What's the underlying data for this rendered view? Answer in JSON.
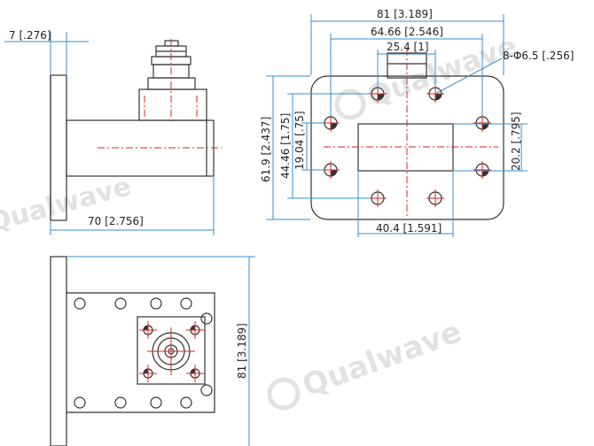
{
  "colors": {
    "outline": "#333333",
    "dimension_line": "#3a8ccf",
    "center_line": "#d9261c",
    "watermark": "#e2e2e2"
  },
  "watermark": {
    "brand": "Qualwave"
  },
  "side_view": {
    "flange_thickness": "7 [.276]",
    "length": "70 [2.756]"
  },
  "front_view": {
    "overall_width": "81 [3.189]",
    "hole_pitch_outer": "64.66 [2.546]",
    "hole_pitch_inner": "25.4 [1]",
    "holes": "8-Φ6.5 [.256]",
    "overall_height": "61.9 [2.437]",
    "hole_span_vertical": "44.46 [1.75]",
    "hole_pitch_vertical": "19.04 [.75]",
    "aperture_height": "20.2 [.795]",
    "aperture_width": "40.4 [1.591]"
  },
  "top_view": {
    "overall_width": "81 [3.189]"
  }
}
